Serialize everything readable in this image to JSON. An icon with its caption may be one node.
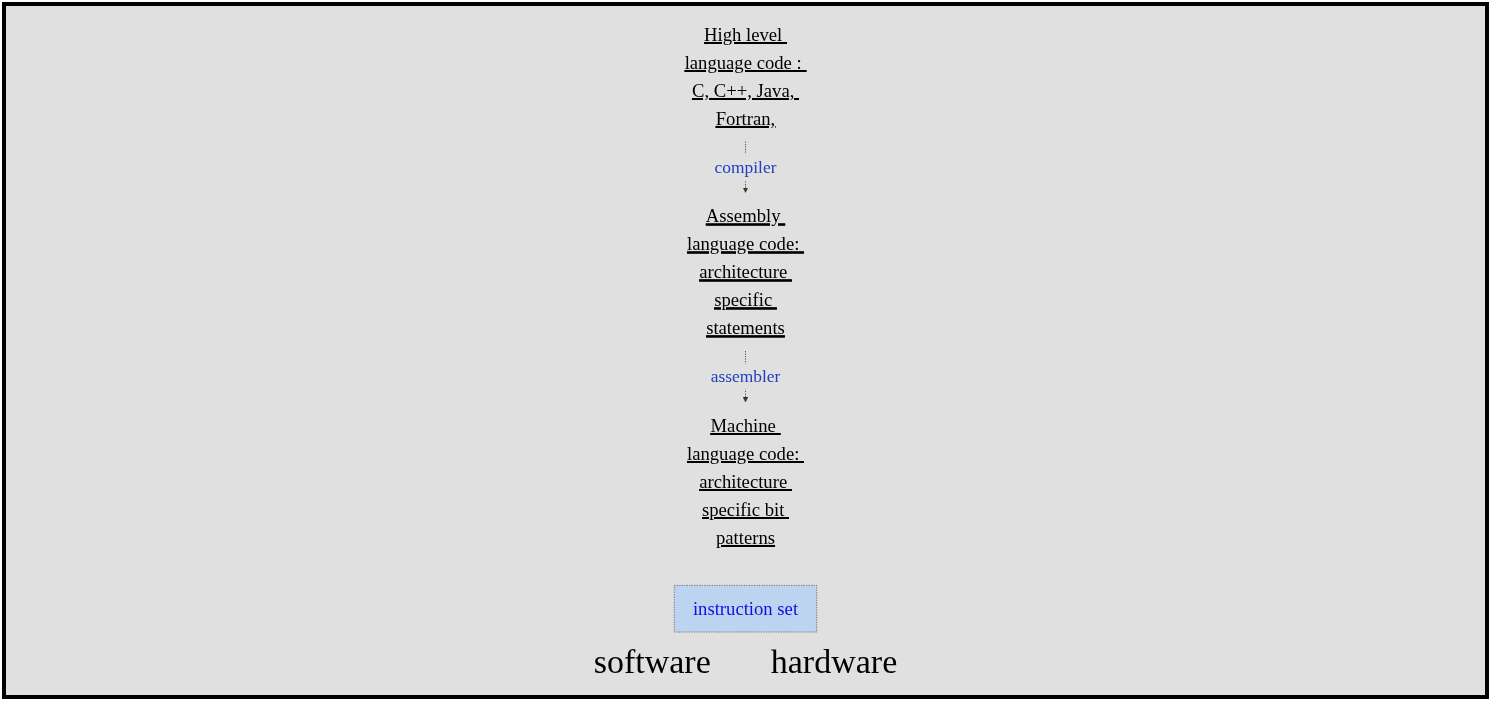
{
  "diagram": {
    "nodes": [
      {
        "text": [
          "High level language code : C, C++, Java, Fortran,"
        ]
      },
      {
        "text": [
          "Assembly language code: architecture specific statements"
        ]
      },
      {
        "text": [
          "Machine language code: architecture specific bit patterns"
        ]
      },
      {
        "text": [
          "instruction set"
        ]
      }
    ],
    "edges": [
      {
        "from": 0,
        "to": 1,
        "arrow": "to",
        "label": "compiler",
        "style": "dashed"
      },
      {
        "from": 1,
        "to": 2,
        "arrow": "to",
        "label": "assembler",
        "style": "dashed"
      }
    ],
    "labels": [
      "software",
      "hardware"
    ]
  }
}
